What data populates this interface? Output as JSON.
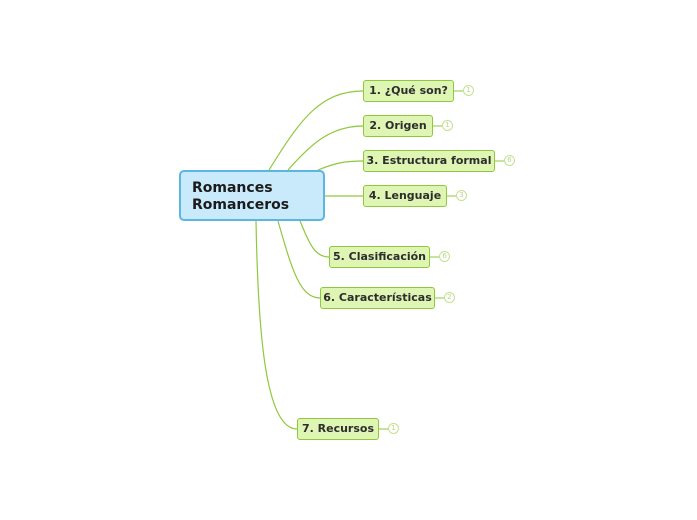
{
  "colors": {
    "root_fill": "#c9eafb",
    "root_border": "#5cb6e2",
    "node_fill": "#dff5b4",
    "node_border": "#8fc83c",
    "link": "#8fc83c"
  },
  "root": {
    "line1": "Romances",
    "line2": "Romanceros"
  },
  "branches": [
    {
      "label": "1. ¿Qué son?",
      "count": "1"
    },
    {
      "label": "2. Origen",
      "count": "1"
    },
    {
      "label": "3. Estructura formal",
      "count": "6"
    },
    {
      "label": "4. Lenguaje",
      "count": "3"
    },
    {
      "label": "5. Clasificación",
      "count": "6"
    },
    {
      "label": "6. Características",
      "count": "2"
    },
    {
      "label": "7. Recursos",
      "count": "1"
    }
  ]
}
